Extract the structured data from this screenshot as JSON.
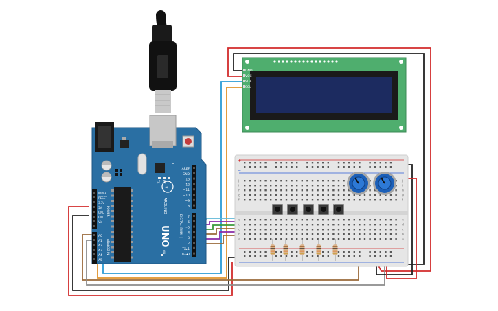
{
  "board": {
    "brand": "ARDUINO",
    "model": "UNO",
    "tx": "TX",
    "rx": "RX",
    "l": "L",
    "on": "ON",
    "digital_label": "DIGITAL (PWM~)",
    "power_label": "POWER",
    "analog_label": "ANALOG IN",
    "power_pins": [
      "IOREF",
      "RESET",
      "3.3V",
      "5V",
      "GND",
      "GND",
      "Vin"
    ],
    "analog_pins": [
      "A0",
      "A1",
      "A2",
      "A3",
      "A4",
      "A5"
    ],
    "header_top": [
      "AREF",
      "GND",
      "13",
      "12",
      "~11",
      "~10",
      "~9",
      "8"
    ],
    "header_bottom": [
      "7",
      "~6",
      "~5",
      "4",
      "~3",
      "2",
      "TX▸1",
      "RX◂0"
    ]
  },
  "lcd": {
    "pins": [
      "GND",
      "VCC",
      "SDA",
      "SCL"
    ]
  },
  "breadboard": {
    "rows": [
      "a",
      "b",
      "c",
      "d",
      "e",
      "f",
      "g",
      "h",
      "i",
      "j"
    ]
  },
  "colors": {
    "board": "#2a6fa3",
    "lcd_pcb": "#4fae6e",
    "lcd_screen": "#1c2b60",
    "wire_red": "#d22b2b",
    "wire_black": "#222222",
    "wire_blue": "#2a9bd6",
    "wire_orange": "#e0922a",
    "wire_brown": "#9a6a3a",
    "wire_green": "#3a9a3a",
    "wire_purple": "#8a2aa8",
    "wire_grey": "#8c8c8c",
    "pot": "#1b5fb8"
  }
}
